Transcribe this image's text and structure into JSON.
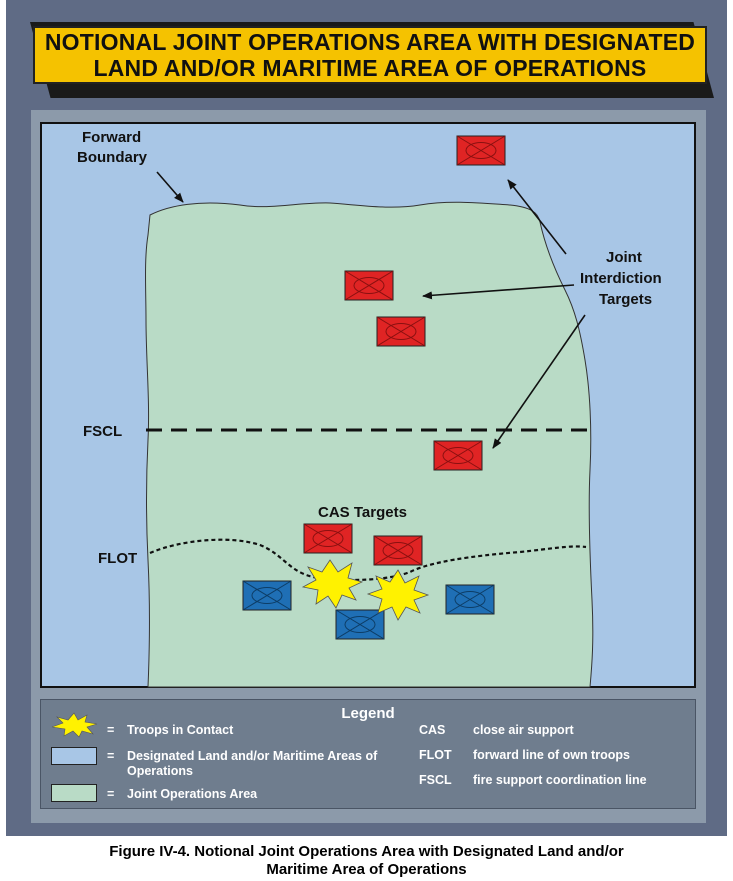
{
  "title": {
    "line1": "NOTIONAL JOINT OPERATIONS AREA WITH DESIGNATED",
    "line2": "LAND AND/OR MARITIME AREA OF OPERATIONS"
  },
  "map": {
    "labels": {
      "forward_boundary_line1": "Forward",
      "forward_boundary_line2": "Boundary",
      "joint_interdiction_line1": "Joint",
      "joint_interdiction_line2": "Interdiction",
      "joint_interdiction_line3": "Targets",
      "fscl": "FSCL",
      "cas_targets": "CAS Targets",
      "flot": "FLOT"
    },
    "colors": {
      "maritime_area": "#a8c6e6",
      "joint_operations_area": "#b9dbc6",
      "enemy_unit": "#e02424",
      "friendly_unit": "#1f6fb5",
      "troops_in_contact": "#fff200"
    }
  },
  "legend": {
    "title": "Legend",
    "items": [
      {
        "symbol": "=",
        "label": "Troops in Contact"
      },
      {
        "symbol": "=",
        "label_line1": "Designated Land and/or Maritime Areas of",
        "label_line2": "Operations"
      },
      {
        "symbol": "=",
        "label": "Joint Operations Area"
      }
    ],
    "abbreviations": [
      {
        "abbr": "CAS",
        "meaning": "close air support"
      },
      {
        "abbr": "FLOT",
        "meaning": "forward line of own troops"
      },
      {
        "abbr": "FSCL",
        "meaning": "fire support coordination line"
      }
    ]
  },
  "caption": {
    "line1": "Figure IV-4.  Notional Joint Operations Area with Designated Land and/or",
    "line2": "Maritime Area of Operations"
  }
}
